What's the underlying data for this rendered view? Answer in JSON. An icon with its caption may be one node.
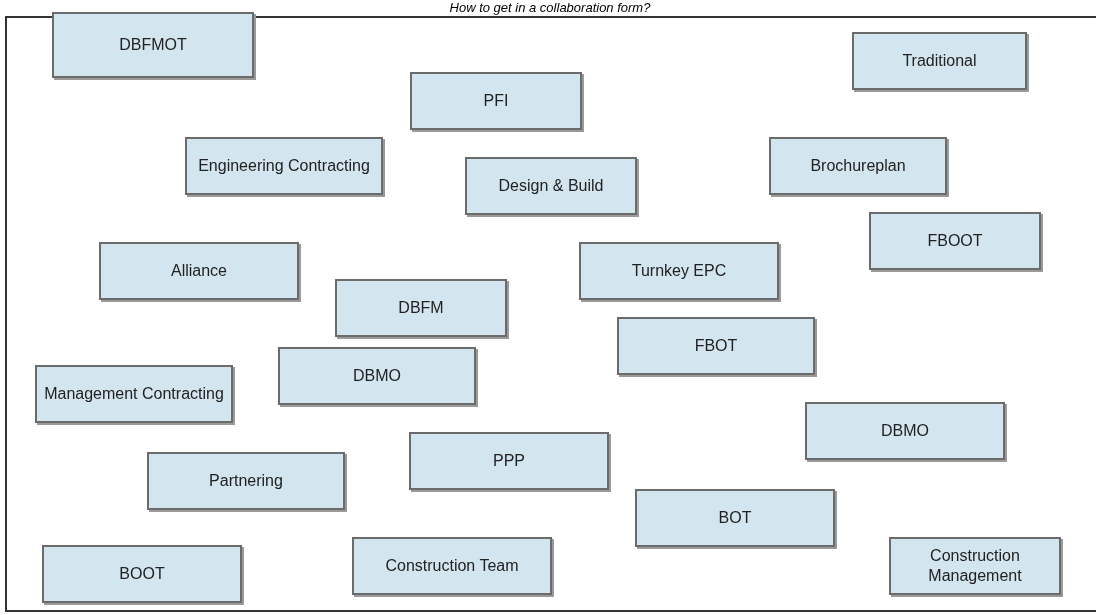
{
  "diagram": {
    "title": "How to get in a collaboration form?",
    "nodes": [
      {
        "text": [
          "DBFMOT"
        ]
      },
      {
        "text": [
          "Traditional"
        ]
      },
      {
        "text": [
          "PFI"
        ]
      },
      {
        "text": [
          "Engineering Contracting"
        ]
      },
      {
        "text": [
          "Brochureplan"
        ]
      },
      {
        "text": [
          "Design & Build"
        ]
      },
      {
        "text": [
          "FBOOT"
        ]
      },
      {
        "text": [
          "Alliance"
        ]
      },
      {
        "text": [
          "Turnkey EPC"
        ]
      },
      {
        "text": [
          "DBFM"
        ]
      },
      {
        "text": [
          "FBOT"
        ]
      },
      {
        "text": [
          "DBMO"
        ]
      },
      {
        "text": [
          "Management Contracting"
        ]
      },
      {
        "text": [
          "DBMO"
        ]
      },
      {
        "text": [
          "PPP"
        ]
      },
      {
        "text": [
          "Partnering"
        ]
      },
      {
        "text": [
          "BOT"
        ]
      },
      {
        "text": [
          "Construction Team"
        ]
      },
      {
        "text": [
          "BOOT"
        ]
      },
      {
        "text": [
          "Construction Management"
        ]
      }
    ]
  }
}
